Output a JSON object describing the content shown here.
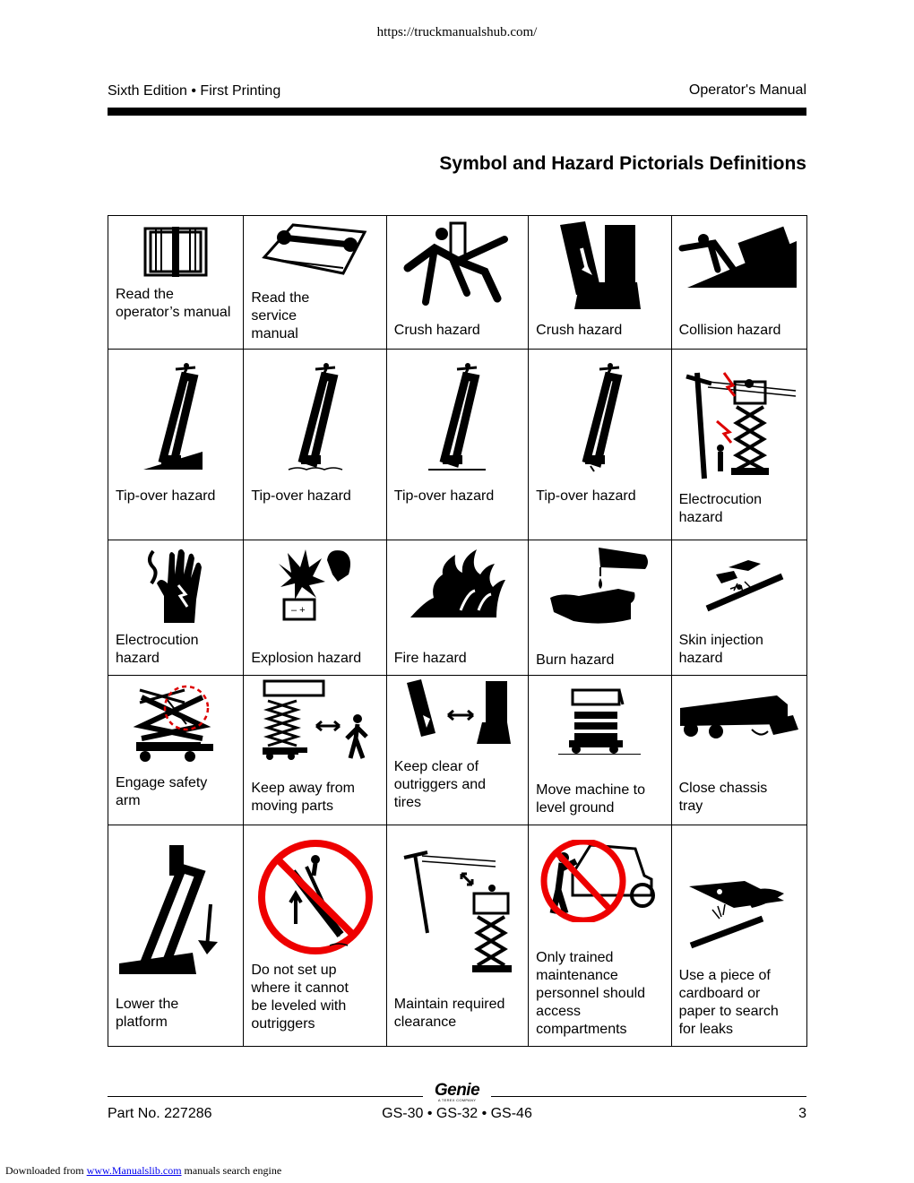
{
  "top_url": "https://truckmanualshub.com/",
  "header": {
    "edition": "Sixth Edition • First Printing",
    "manual": "Operator's Manual"
  },
  "title": "Symbol and Hazard Pictorials Definitions",
  "rows": [
    {
      "cells": [
        {
          "icon": "read-manual-icon",
          "label": "Read the\noperator’s manual"
        },
        {
          "icon": "service-manual-icon",
          "label": "Read the\nservice\nmanual"
        },
        {
          "icon": "crush-hazard-icon",
          "label": "Crush hazard"
        },
        {
          "icon": "crush-foot-icon",
          "label": "Crush hazard"
        },
        {
          "icon": "collision-hazard-icon",
          "label": "Collision hazard"
        }
      ]
    },
    {
      "cells": [
        {
          "icon": "tip-over-slope-icon",
          "label": "Tip-over hazard"
        },
        {
          "icon": "tip-over-soft-ground-icon",
          "label": "Tip-over hazard"
        },
        {
          "icon": "tip-over-level-icon",
          "label": "Tip-over hazard"
        },
        {
          "icon": "tip-over-outrigger-icon",
          "label": "Tip-over hazard"
        },
        {
          "icon": "electrocution-powerline-icon",
          "label": "Electrocution\nhazard"
        }
      ]
    },
    {
      "cells": [
        {
          "icon": "electrocution-hand-icon",
          "label": "Electrocution\nhazard"
        },
        {
          "icon": "explosion-hazard-icon",
          "label": "Explosion hazard"
        },
        {
          "icon": "fire-hazard-icon",
          "label": "Fire hazard"
        },
        {
          "icon": "burn-hazard-icon",
          "label": "Burn hazard"
        },
        {
          "icon": "skin-injection-icon",
          "label": "Skin injection\nhazard"
        }
      ]
    },
    {
      "cells": [
        {
          "icon": "safety-arm-icon",
          "label": "Engage safety\narm"
        },
        {
          "icon": "moving-parts-icon",
          "label": "Keep away from\nmoving parts"
        },
        {
          "icon": "outriggers-tires-icon",
          "label": "Keep clear of\noutriggers and\ntires"
        },
        {
          "icon": "level-ground-icon",
          "label": "Move machine to\nlevel ground"
        },
        {
          "icon": "chassis-tray-icon",
          "label": "Close chassis\ntray"
        }
      ]
    },
    {
      "cells": [
        {
          "icon": "lower-platform-icon",
          "label": "Lower the\nplatform"
        },
        {
          "icon": "no-unlevel-setup-icon",
          "label": "Do not set up\nwhere it cannot\nbe leveled with\noutriggers"
        },
        {
          "icon": "clearance-icon",
          "label": "Maintain required\nclearance"
        },
        {
          "icon": "trained-personnel-icon",
          "label": "Only trained\nmaintenance\npersonnel should\naccess\ncompartments"
        },
        {
          "icon": "cardboard-leaks-icon",
          "label": "Use a piece of\ncardboard or\npaper to search\nfor leaks"
        }
      ]
    }
  ],
  "footer": {
    "part_no": "Part No. 227286",
    "models": "GS-30 • GS-32 • GS-46",
    "page": "3",
    "logo": "Genie",
    "logo_sub": "A TEREX COMPANY"
  },
  "download": {
    "prefix": "Downloaded from",
    "link": "www.Manualslib.com",
    "suffix": "manuals search engine"
  }
}
